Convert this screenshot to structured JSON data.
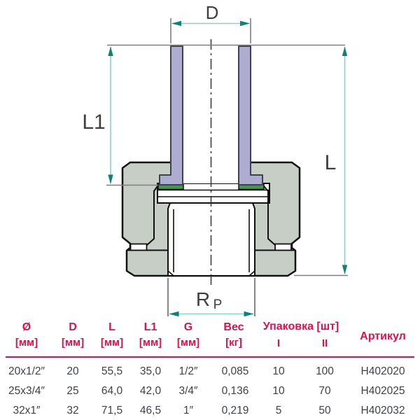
{
  "diagram": {
    "dim_labels": {
      "d": "D",
      "l1": "L1",
      "l": "L",
      "rp_main": "R",
      "rp_sub": "P"
    },
    "colors": {
      "body_fill": "#c6cec6",
      "pipe_fill": "#aeadd0",
      "seal_fill": "#3e9b46",
      "dim_line": "#8ecfc4",
      "dim_arrow": "#0c8377",
      "ext_line": "#7f7f7f",
      "outline": "#111111",
      "pipe_outline": "#3d4156",
      "label_text": "#3f3f41"
    }
  },
  "table": {
    "accent_color": "#d5134c",
    "text_color": "#3e4147",
    "headers": {
      "od_label": "Ø",
      "od_unit": "[мм]",
      "d_label": "D",
      "d_unit": "[мм]",
      "l_label": "L",
      "l_unit": "[мм]",
      "l1_label": "L1",
      "l1_unit": "[мм]",
      "g_label": "G",
      "g_unit": "[мм]",
      "weight_label": "Вес",
      "weight_unit": "[кг]",
      "packing_label": "Упаковка [шт]",
      "packing_i": "I",
      "packing_ii": "II",
      "article_label": "Артикул"
    },
    "rows": [
      {
        "od": "20x1/2″",
        "d": "20",
        "l": "55,5",
        "l1": "35,0",
        "g": "1/2″",
        "weight": "0,085",
        "pack_i": "10",
        "pack_ii": "100",
        "article": "H402020"
      },
      {
        "od": "25x3/4″",
        "d": "25",
        "l": "64,0",
        "l1": "42,0",
        "g": "3/4″",
        "weight": "0,136",
        "pack_i": "10",
        "pack_ii": "70",
        "article": "H402025"
      },
      {
        "od": "32x1″",
        "d": "32",
        "l": "71,5",
        "l1": "46,5",
        "g": "1″",
        "weight": "0,219",
        "pack_i": "5",
        "pack_ii": "50",
        "article": "H402032"
      }
    ]
  }
}
